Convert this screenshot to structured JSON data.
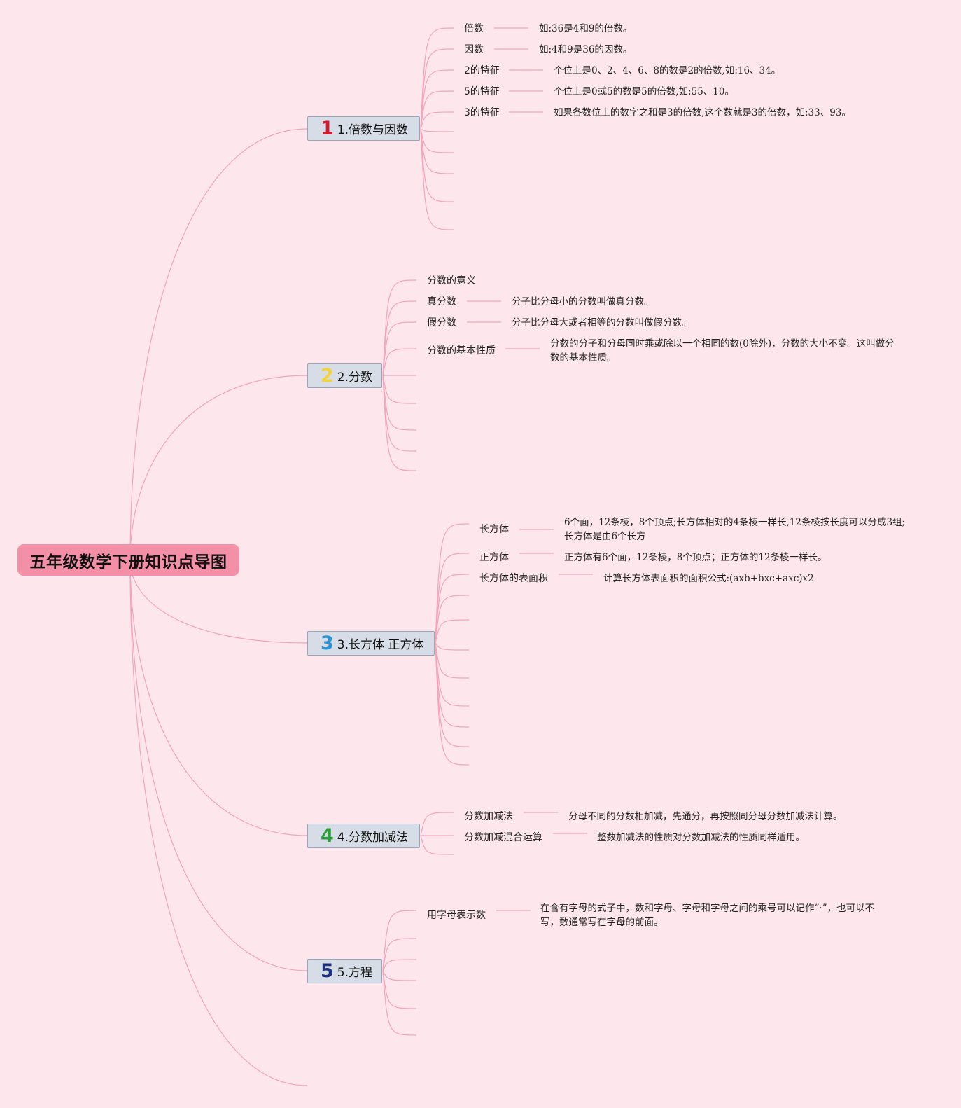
{
  "root": {
    "title": "五年级数学下册知识点导图"
  },
  "colors": {
    "background": "#fde7ec",
    "root_fill": "#f48fa8",
    "branch_fill": "#d7dde6",
    "branch_border": "#98a7b8",
    "link": "#f4a3ba"
  },
  "branches": [
    {
      "number": "1",
      "number_color": "#d6192c",
      "label": "1.倍数与因数",
      "topics": [
        {
          "label": "倍数",
          "detail": "如:36是4和9的倍数。"
        },
        {
          "label": "因数",
          "detail": "如:4和9是36的因数。"
        },
        {
          "label": "2的特征",
          "detail": "个位上是0、2、4、6、8的数是2的倍数,如:16、34。"
        },
        {
          "label": "5的特征",
          "detail": "个位上是0或5的数是5的倍数,如:55、10。"
        },
        {
          "label": "3的特征",
          "detail": "如果各数位上的数字之和是3的倍数,这个数就是3的倍数，如:33、93。"
        }
      ]
    },
    {
      "number": "2",
      "number_color": "#f2d43a",
      "label": "2.分数",
      "topics": [
        {
          "label": "分数的意义",
          "detail": ""
        },
        {
          "label": "真分数",
          "detail": "分子比分母小的分数叫做真分数。"
        },
        {
          "label": "假分数",
          "detail": "分子比分母大或者相等的分数叫做假分数。"
        },
        {
          "label": "分数的基本性质",
          "detail": "分数的分子和分母同时乘或除以一个相同的数(0除外)，分数的大小不变。这叫做分数的基本性质。"
        }
      ]
    },
    {
      "number": "3",
      "number_color": "#2a93d8",
      "label": "3.长方体 正方体",
      "topics": [
        {
          "label": "长方体",
          "detail": "6个面，12条棱，8个顶点;长方体相对的4条棱一样长,12条棱按长度可以分成3组;长方体是由6个长方"
        },
        {
          "label": "正方体",
          "detail": "正方体有6个面，12条棱，8个顶点；正方体的12条棱一样长。"
        },
        {
          "label": "长方体的表面积",
          "detail": "计算长方体表面积的面积公式:(axb+bxc+axc)x2"
        }
      ]
    },
    {
      "number": "4",
      "number_color": "#2c9d3a",
      "label": "4.分数加减法",
      "topics": [
        {
          "label": "分数加减法",
          "detail": "分母不同的分数相加减，先通分，再按照同分母分数加减法计算。"
        },
        {
          "label": "分数加减混合运算",
          "detail": "整数加减法的性质对分数加减法的性质同样适用。"
        }
      ]
    },
    {
      "number": "5",
      "number_color": "#1c2f80",
      "label": "5.方程",
      "topics": [
        {
          "label": "用字母表示数",
          "detail": "在含有字母的式子中，数和字母、字母和字母之间的乘号可以记作“·”，也可以不写，数通常写在字母的前面。"
        }
      ]
    }
  ]
}
